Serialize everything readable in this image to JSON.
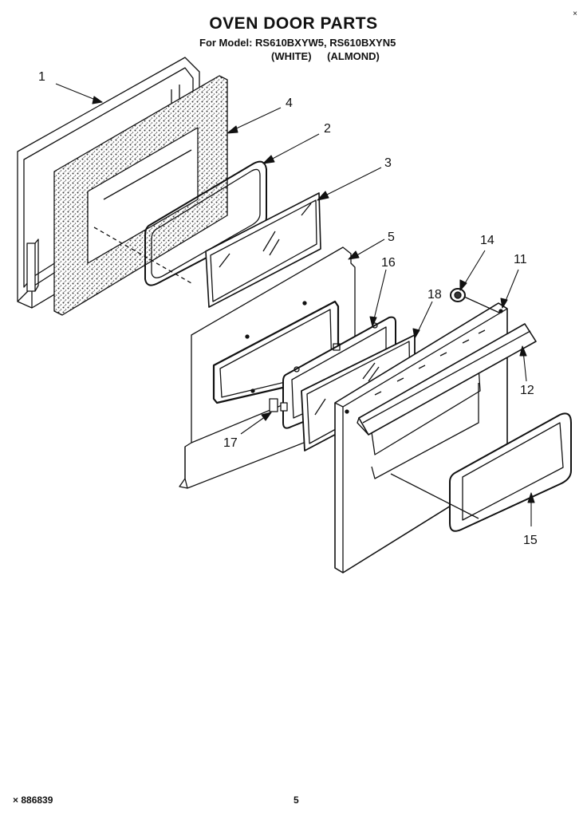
{
  "title": "OVEN DOOR PARTS",
  "subtitle": "For Model: RS610BXYW5, RS610BXYN5",
  "variants": [
    "(WHITE)",
    "(ALMOND)"
  ],
  "corner_mark": "×",
  "footer": {
    "left": "× 886839",
    "page": "5"
  },
  "callouts": [
    "1",
    "4",
    "2",
    "3",
    "5",
    "16",
    "14",
    "11",
    "18",
    "12",
    "17",
    "15"
  ]
}
